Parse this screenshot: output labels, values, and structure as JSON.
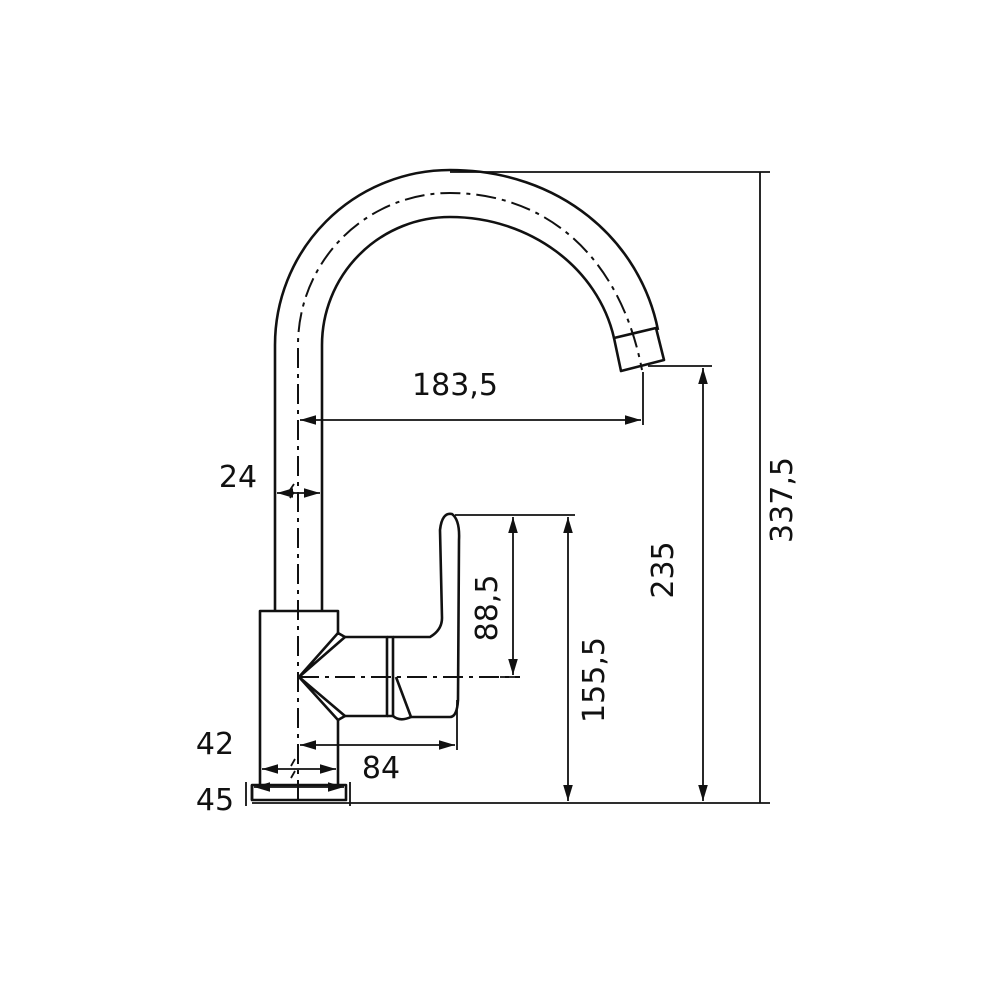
{
  "title": "Faucet dimensional drawing",
  "dimensions": {
    "total_height": "337,5",
    "spout_outlet_height": "235",
    "handle_top_height": "155,5",
    "handle_height": "88,5",
    "spout_reach": "183,5",
    "handle_reach": "84",
    "tube_diameter": "24",
    "body_diameter": "42",
    "base_diameter": "45"
  }
}
